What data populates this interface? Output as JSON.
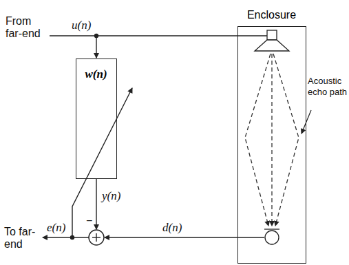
{
  "diagram": {
    "nodes": [
      {
        "text": [
          "w(n)"
        ]
      },
      {
        "text": [
          "Enclosure"
        ]
      }
    ],
    "labels": [
      "From far-end",
      "u(n)",
      "Acoustic echo path",
      "y(n)",
      "−",
      "d(n)",
      "e(n)",
      "To far-end"
    ]
  }
}
